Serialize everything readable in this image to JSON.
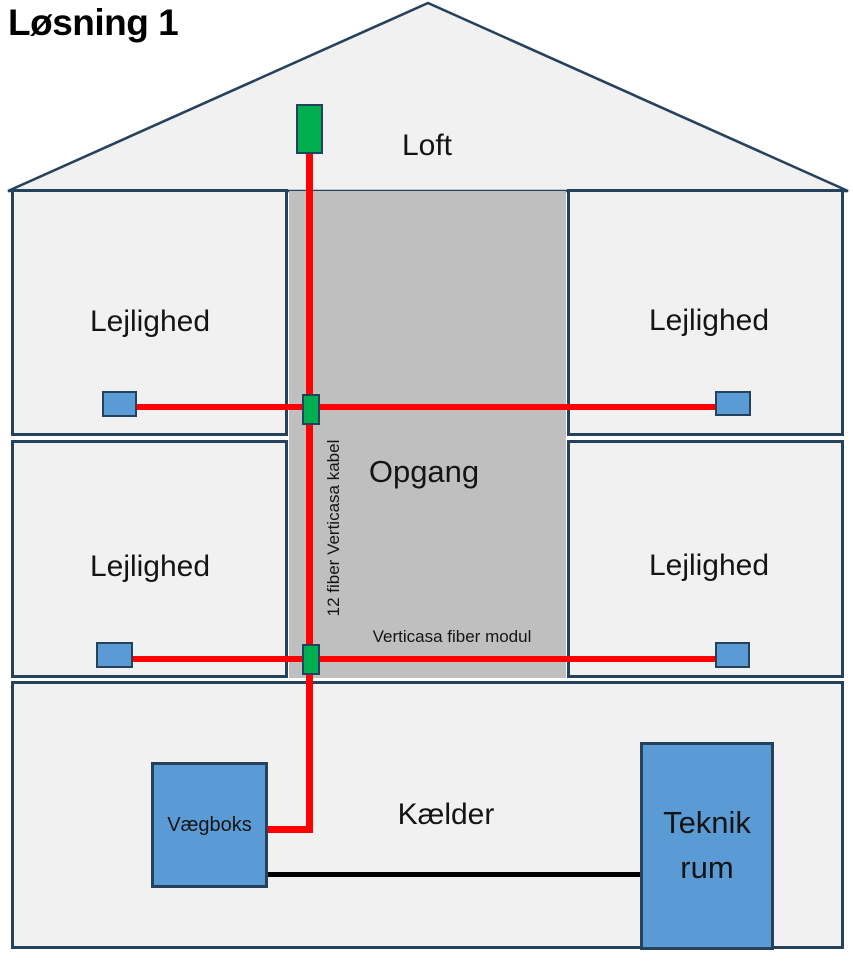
{
  "title": "Løsning 1",
  "colors": {
    "outline": "#24425C",
    "fill_light": "#F1F1F2",
    "fill_opgang": "#BFBFBF",
    "blue": "#5B9BD5",
    "green": "#00AE50",
    "red": "#FF0000",
    "black": "#000000"
  },
  "rooms": {
    "loft": "Loft",
    "opgang": "Opgang",
    "kaelder": "Kælder",
    "lejlighed_f1_left": "Lejlighed",
    "lejlighed_f1_right": "Lejlighed",
    "lejlighed_f2_left": "Lejlighed",
    "lejlighed_f2_right": "Lejlighed"
  },
  "annotations": {
    "riser_cable": "12 fiber Verticasa kabel",
    "fiber_module": "Verticasa fiber modul"
  },
  "equipment": {
    "vaegboks": "Vægboks",
    "teknik_rum": "Teknik rum"
  }
}
